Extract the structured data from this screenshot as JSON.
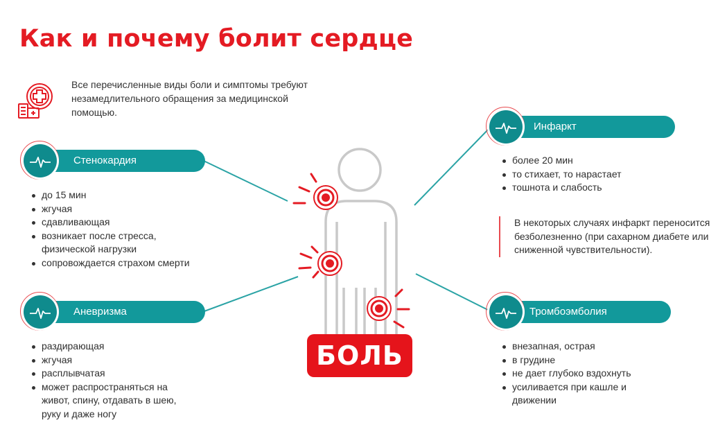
{
  "title": "Как и почему болит сердце",
  "intro": {
    "icon": "hospital-cross-icon",
    "text": "Все перечисленные виды боли и симптомы требуют незамедлительного обращения за медицинской помощью."
  },
  "colors": {
    "accent_red": "#e41b23",
    "teal": "#12999b",
    "teal_dark": "#0f8b8d",
    "figure_gray": "#c9c9c9"
  },
  "sections": {
    "stenocardia": {
      "label": "Стенокардия",
      "icon": "heartbeat-icon",
      "items": [
        "до 15 мин",
        "жгучая",
        "сдавливающая",
        "возникает после стресса, физической нагрузки",
        "сопровождается страхом смерти"
      ]
    },
    "aneurysm": {
      "label": "Аневризма",
      "icon": "heartbeat-icon",
      "items": [
        "раздирающая",
        "жгучая",
        "расплывчатая",
        "может распространяться на живот, спину, отдавать в шею, руку и даже ногу"
      ]
    },
    "infarct": {
      "label": "Инфаркт",
      "icon": "heartbeat-icon",
      "items": [
        "более 20 мин",
        "то стихает, то нарастает",
        "тошнота и слабость"
      ],
      "note": "В некоторых случаях инфаркт переносится безболезненно (при сахарном диабете или сниженной чувствительности)."
    },
    "thromboembolism": {
      "label": "Тромбоэмболия",
      "icon": "heartbeat-icon",
      "items": [
        "внезапная, острая",
        "в грудине",
        "не дает глубоко вздохнуть",
        "усиливается при кашле и движении"
      ]
    }
  },
  "figure": {
    "icon": "human-figure-icon",
    "pain_points_icon": "pain-target-icon"
  },
  "pain_label": "БОЛЬ"
}
